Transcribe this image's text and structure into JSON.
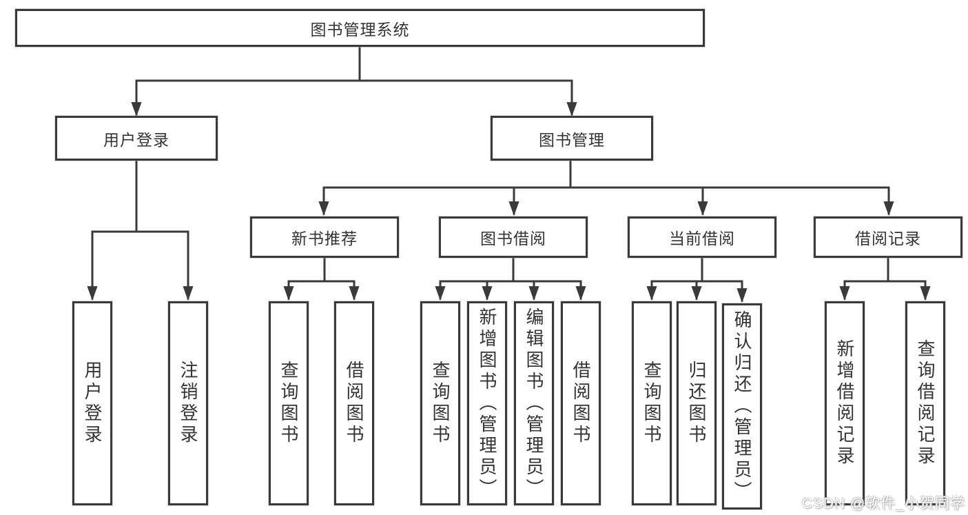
{
  "diagram": {
    "title": "图书管理系统",
    "watermark": "CSDN @软件_小贺同学",
    "colors": {
      "line": "#3a3a3a",
      "text": "#333333",
      "background": "#ffffff",
      "watermark": "#cfcfcf"
    },
    "nodes": {
      "root": {
        "label": "图书管理系统"
      },
      "user_login": {
        "label": "用户登录"
      },
      "book_mgmt": {
        "label": "图书管理"
      },
      "new_rec": {
        "label": "新书推荐"
      },
      "borrow": {
        "label": "图书借阅"
      },
      "current": {
        "label": "当前借阅"
      },
      "record": {
        "label": "借阅记录"
      },
      "ul_login": {
        "label": "用户登录"
      },
      "ul_logout": {
        "label": "注销登录"
      },
      "nr_query": {
        "label": "查询图书"
      },
      "nr_borrow": {
        "label": "借阅图书"
      },
      "bb_query": {
        "label": "查询图书"
      },
      "bb_add": {
        "label": "新增图书（管理员）"
      },
      "bb_edit": {
        "label": "编辑图书（管理员）"
      },
      "bb_borrow": {
        "label": "借阅图书"
      },
      "cb_query": {
        "label": "查询图书"
      },
      "cb_return": {
        "label": "归还图书"
      },
      "cb_confirm": {
        "label": "确认归还（管理员）"
      },
      "br_add": {
        "label": "新增借阅记录"
      },
      "br_query": {
        "label": "查询借阅记录"
      }
    }
  }
}
